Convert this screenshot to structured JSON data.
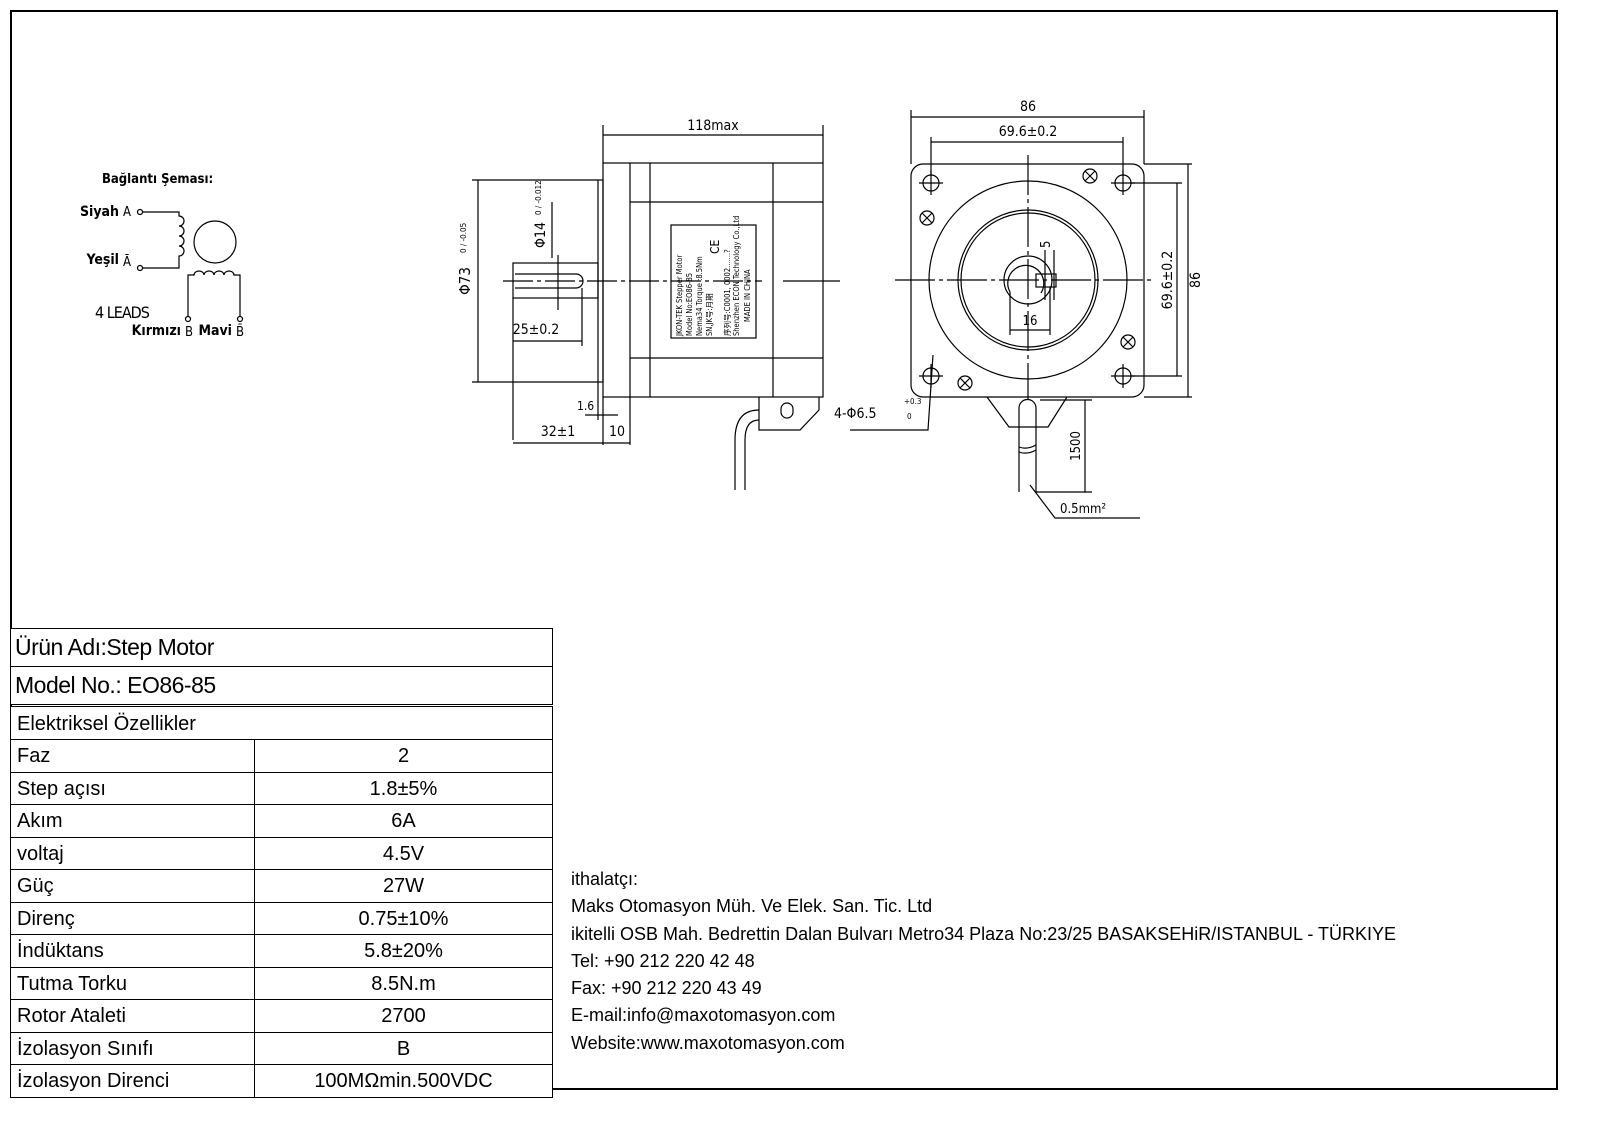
{
  "wiring": {
    "title": "Bağlantı Şeması:",
    "lead_black": "Siyah",
    "lead_black_phase": "A",
    "lead_green": "Yeşil",
    "lead_green_phase": "Ā",
    "leads_note": "4 LEADS",
    "lead_red": "Kırmızı",
    "lead_red_phase": "B",
    "lead_blue": "Mavi",
    "lead_blue_phase": "B̄"
  },
  "side_view": {
    "length": "118max",
    "flange_dia": "Φ73",
    "flange_tol": "0 / -0.05",
    "shaft_dia": "Φ14",
    "shaft_tol": "0 / -0.012",
    "key_length": "25±0.2",
    "flange_thickness": "1.6",
    "shaft_length": "32±1",
    "boss": "10",
    "label": {
      "line1": "JKON-TEK   Stepper Motor",
      "line2": "Model No:EO86-85",
      "line3": "Nema34  Torque :8.5Nm",
      "line4": "SN,JK号:月期",
      "line5": "序列号:C0001, 0002.......?",
      "line6": "Shenzhen ECON Technology Co.,Ltd",
      "line7": "MADE IN CHINA",
      "ce": "CE"
    }
  },
  "front_view": {
    "width": "86",
    "hole_spacing_h": "69.6±0.2",
    "hole_spacing_v": "69.6±0.2",
    "height": "86",
    "key_width": "5",
    "shaft_flat": "16",
    "holes": "4-Φ6.5",
    "holes_tol_upper": "+0.3",
    "holes_tol_lower": "0",
    "cable_length": "1500",
    "wire_section": "0.5mm²"
  },
  "product": {
    "name": "Ürün Adı:Step Motor",
    "model": "Model No.: EO86-85"
  },
  "specs": {
    "title": "Elektriksel Özellikler",
    "rows": [
      {
        "k": "Faz",
        "v": "2"
      },
      {
        "k": "Step açısı",
        "v": "1.8±5%"
      },
      {
        "k": "Akım",
        "v": "6A"
      },
      {
        "k": "voltaj",
        "v": "4.5V"
      },
      {
        "k": "Güç",
        "v": "27W"
      },
      {
        "k": "Direnç",
        "v": "0.75±10%"
      },
      {
        "k": "İndüktans",
        "v": "5.8±20%"
      },
      {
        "k": "Tutma Torku",
        "v": "8.5N.m"
      },
      {
        "k": "Rotor Ataleti",
        "v": "2700"
      },
      {
        "k": "İzolasyon Sınıfı",
        "v": "B"
      },
      {
        "k": "İzolasyon Direnci",
        "v": "100MΩmin.500VDC"
      }
    ]
  },
  "importer": {
    "label": "ithalatçı:",
    "company": "Maks Otomasyon Müh. Ve Elek. San. Tic. Ltd",
    "address": "ikitelli OSB Mah. Bedrettin Dalan Bulvarı Metro34 Plaza No:23/25 BASAKSEHiR/ISTANBUL - TÜRKIYE",
    "tel": "Tel: +90 212 220 42 48",
    "fax": "Fax: +90 212 220 43 49",
    "email": "E-mail:info@maxotomasyon.com",
    "website": "Website:www.maxotomasyon.com"
  }
}
